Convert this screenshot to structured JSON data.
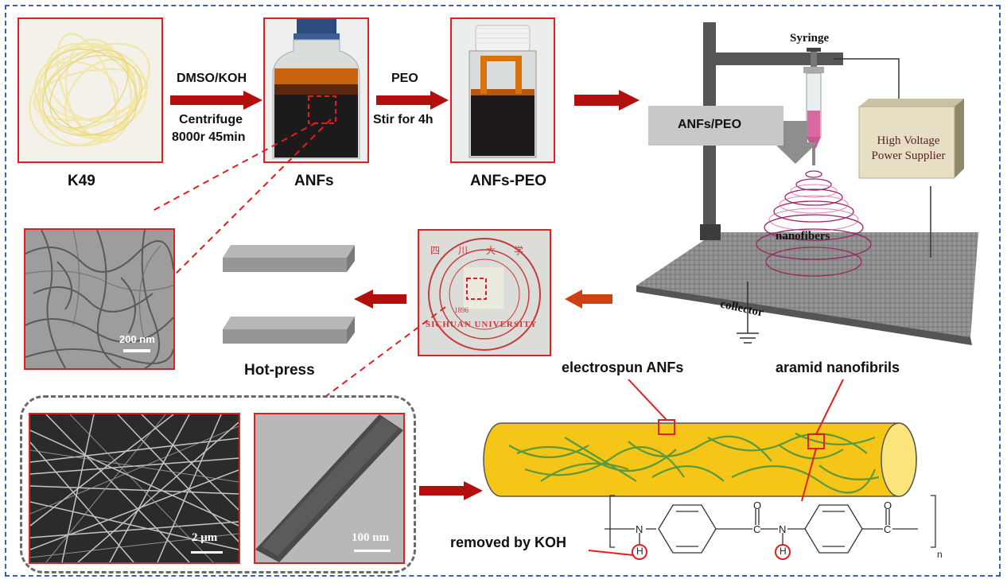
{
  "labels": {
    "k49": "K49",
    "dmso_koh": "DMSO/KOH",
    "centrifuge": "Centrifuge",
    "centrifuge_speed": "8000r 45min",
    "anfs": "ANFs",
    "peo": "PEO",
    "stir": "Stir for 4h",
    "anfs_peo": "ANFs-PEO",
    "syringe": "Syringe",
    "anfs_peo_box": "ANFs/PEO",
    "high_voltage_1": "High Voltage",
    "high_voltage_2": "Power Supplier",
    "nanofibers": "nanofibers",
    "collector": "collector",
    "scale_200": "200 nm",
    "hot_press": "Hot-press",
    "electrospun": "electrospun ANFs",
    "aramid": "aramid nanofibrils",
    "scale_2um": "2 μm",
    "scale_100": "100 nm",
    "removed": "removed by KOH",
    "seal_year": "1896",
    "seal_text": "SICHUAN UNIVERSITY",
    "seal_chars": "四 川 大 学",
    "chem_o1": "O",
    "chem_o2": "O",
    "chem_n1": "N",
    "chem_n2": "N",
    "chem_c1": "C",
    "chem_c2": "C",
    "chem_h1": "H",
    "chem_h2": "H",
    "chem_sub": "n"
  },
  "colors": {
    "frame": "#3b5fb8",
    "red": "#e02020",
    "dark_red_arrow": "#b30f0f",
    "fiber_yellow": "#f5cc10",
    "nanofibril_green": "#5b9a3c"
  }
}
